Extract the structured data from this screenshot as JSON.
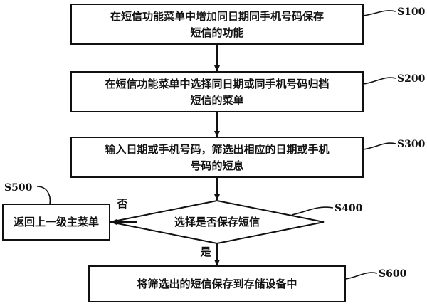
{
  "steps": {
    "s100": {
      "line1": "在短信功能菜单中增加同日期同手机号码保存",
      "line2": "短信的功能",
      "label": "S100"
    },
    "s200": {
      "line1": "在短信功能菜单中选择同日期或同手机号码归档",
      "line2": "短信的菜单",
      "label": "S200"
    },
    "s300": {
      "line1": "输入日期或手机号码，筛选出相应的日期或手机",
      "line2": "号码的短息",
      "label": "S300"
    },
    "s400": {
      "text": "选择是否保存短信",
      "label": "S400"
    },
    "s500": {
      "text": "返回上一级主菜单",
      "label": "S500"
    },
    "s600": {
      "text": "将筛选出的短信保存到存储设备中",
      "label": "S600"
    }
  },
  "branches": {
    "no": "否",
    "yes": "是"
  }
}
